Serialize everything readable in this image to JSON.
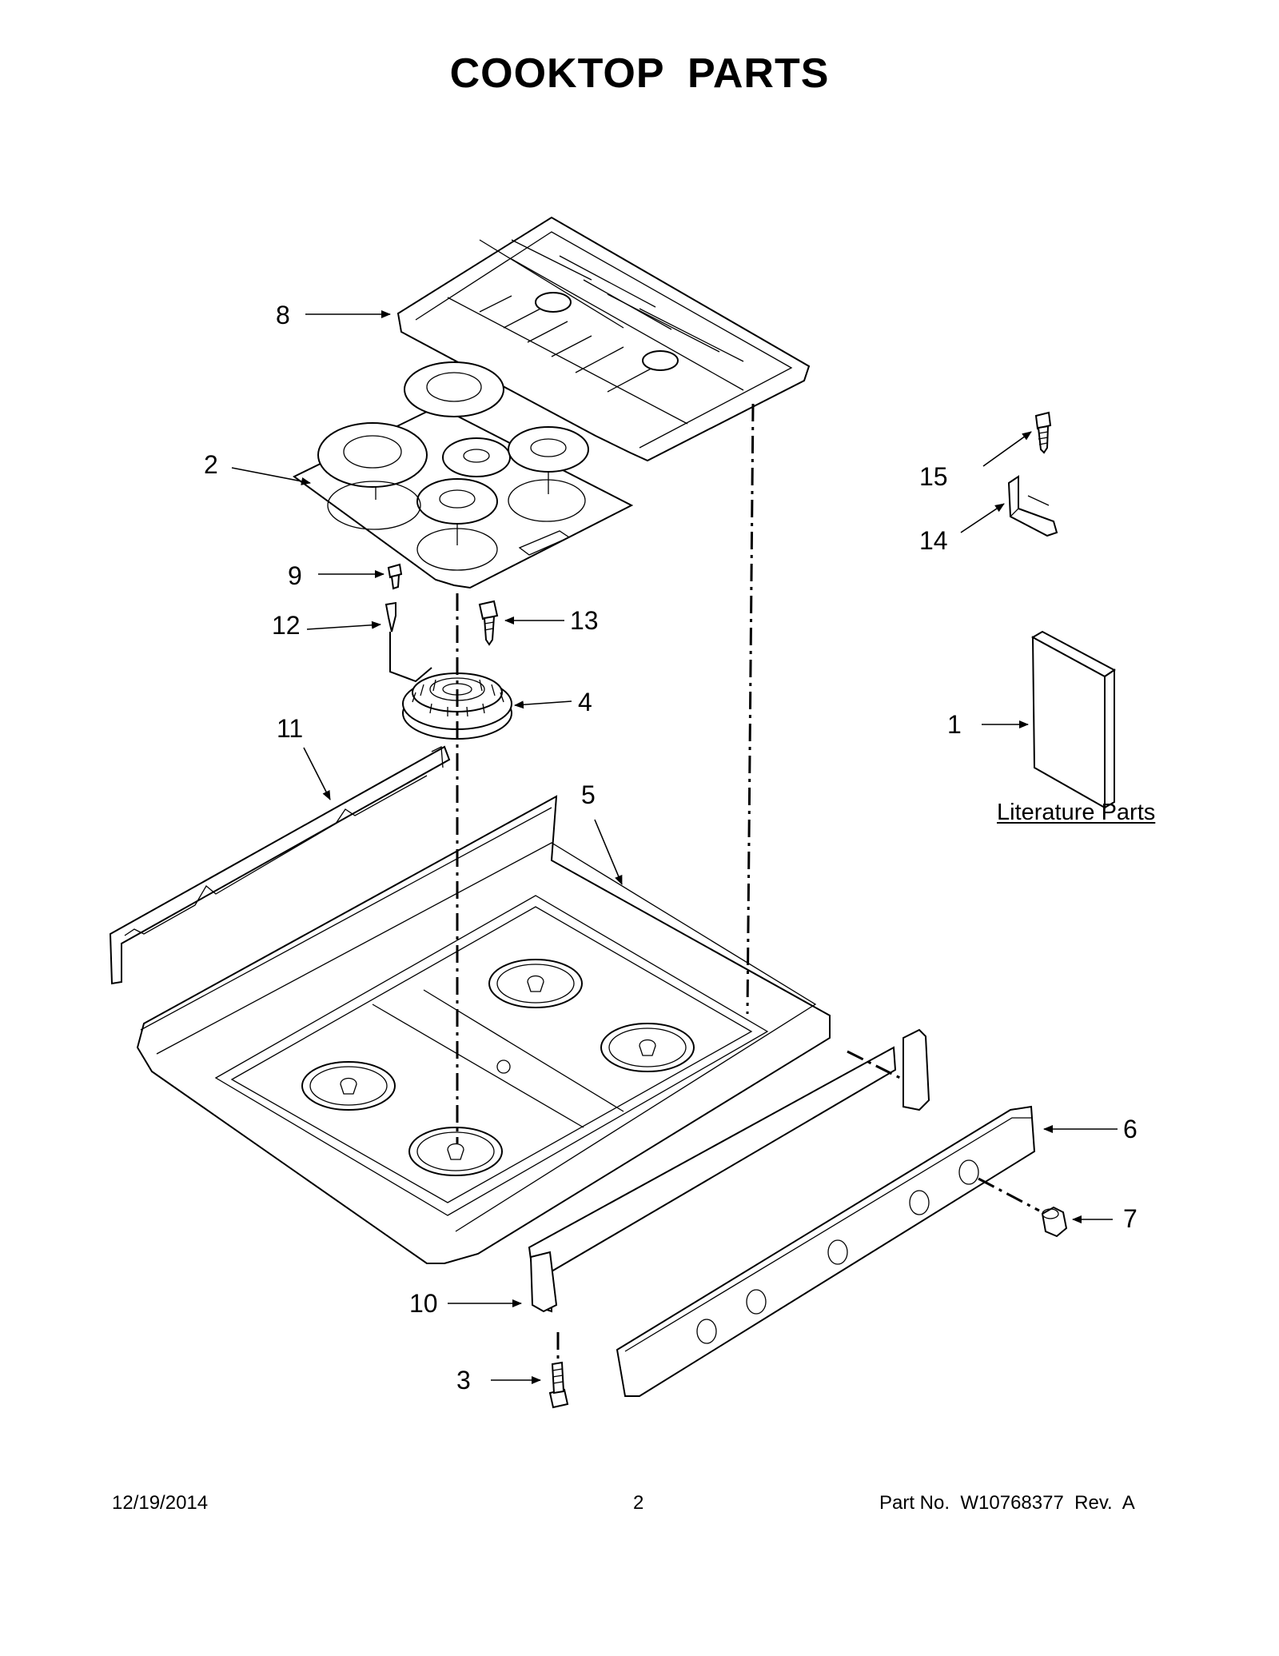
{
  "page": {
    "title": "COOKTOP PARTS",
    "literature_label": "Literature Parts"
  },
  "callouts": [
    {
      "id": "1",
      "label": "1"
    },
    {
      "id": "2",
      "label": "2"
    },
    {
      "id": "3",
      "label": "3"
    },
    {
      "id": "4",
      "label": "4"
    },
    {
      "id": "5",
      "label": "5"
    },
    {
      "id": "6",
      "label": "6"
    },
    {
      "id": "7",
      "label": "7"
    },
    {
      "id": "8",
      "label": "8"
    },
    {
      "id": "9",
      "label": "9"
    },
    {
      "id": "10",
      "label": "10"
    },
    {
      "id": "11",
      "label": "11"
    },
    {
      "id": "12",
      "label": "12"
    },
    {
      "id": "13",
      "label": "13"
    },
    {
      "id": "14",
      "label": "14"
    },
    {
      "id": "15",
      "label": "15"
    }
  ],
  "footer": {
    "date": "12/19/2014",
    "page_number": "2",
    "part_no": "Part No.  W10768377  Rev.  A"
  }
}
